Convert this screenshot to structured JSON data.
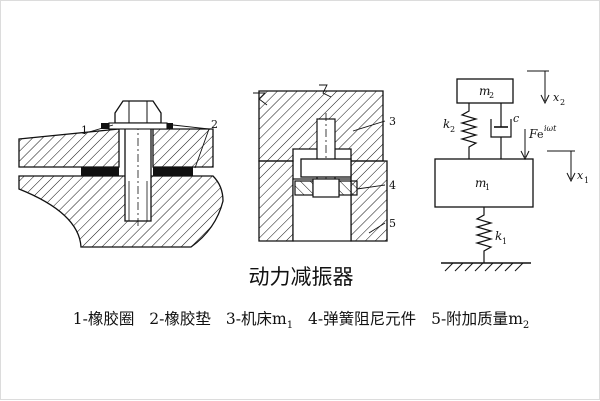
{
  "title": "动力减振器",
  "legend": [
    {
      "number": "1",
      "text": "-橡胶圈"
    },
    {
      "number": "2",
      "text": "-橡胶垫"
    },
    {
      "number": "3",
      "text": "-机床",
      "symbol": "m",
      "sub": "1"
    },
    {
      "number": "4",
      "text": "-弹簧阻尼元件"
    },
    {
      "number": "5",
      "text": "-附加质量",
      "symbol": "m",
      "sub": "2"
    }
  ],
  "left_view": {
    "callouts": [
      "1",
      "2"
    ]
  },
  "middle_view": {
    "callouts": [
      "3",
      "4",
      "5"
    ]
  },
  "model": {
    "mass_top": {
      "symbol": "m",
      "sub": "2"
    },
    "mass_main": {
      "symbol": "m",
      "sub": "1"
    },
    "spring_top": {
      "symbol": "k",
      "sub": "2"
    },
    "damper": {
      "symbol": "c"
    },
    "spring_bottom": {
      "symbol": "k",
      "sub": "1"
    },
    "force": {
      "symbol": "F",
      "sup": "e",
      "exp": "iωt"
    },
    "disp_top": {
      "symbol": "x",
      "sub": "2"
    },
    "disp_main": {
      "symbol": "x",
      "sub": "1"
    }
  }
}
